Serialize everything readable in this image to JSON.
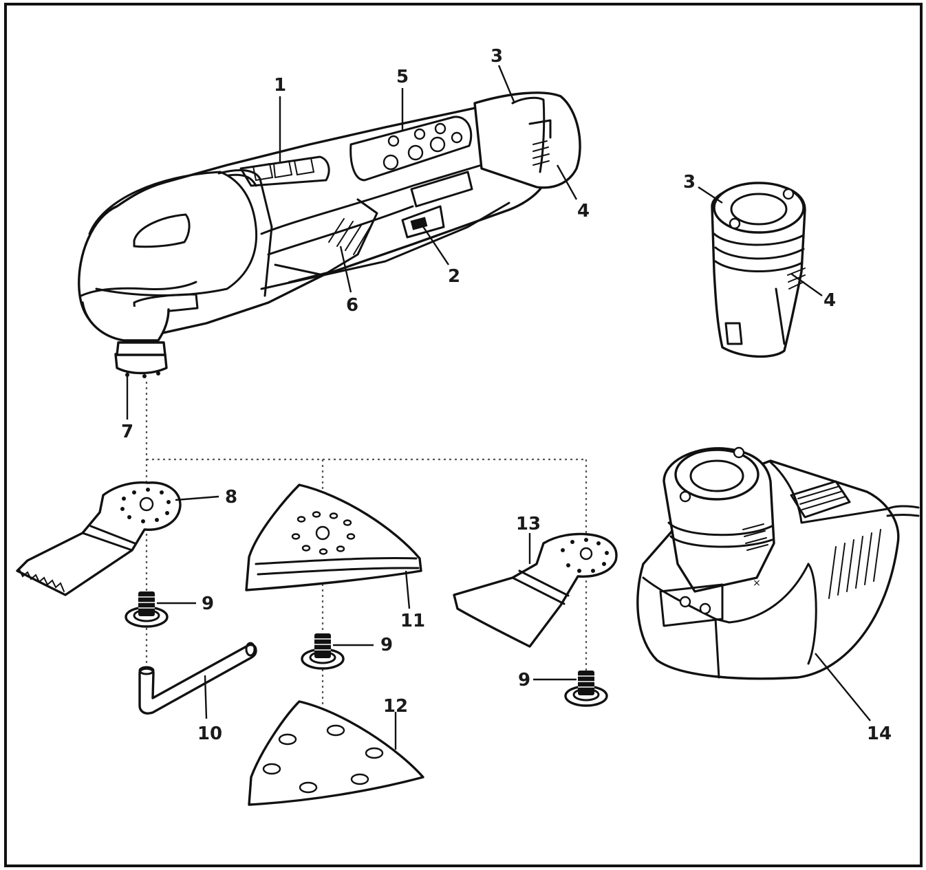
{
  "diagram": {
    "callouts": [
      {
        "id": "1",
        "text": "1"
      },
      {
        "id": "2",
        "text": "2"
      },
      {
        "id": "3a",
        "text": "3"
      },
      {
        "id": "3b",
        "text": "3"
      },
      {
        "id": "4a",
        "text": "4"
      },
      {
        "id": "4b",
        "text": "4"
      },
      {
        "id": "5",
        "text": "5"
      },
      {
        "id": "6",
        "text": "6"
      },
      {
        "id": "7",
        "text": "7"
      },
      {
        "id": "8",
        "text": "8"
      },
      {
        "id": "9a",
        "text": "9"
      },
      {
        "id": "9b",
        "text": "9"
      },
      {
        "id": "9c",
        "text": "9"
      },
      {
        "id": "10",
        "text": "10"
      },
      {
        "id": "11",
        "text": "11"
      },
      {
        "id": "12",
        "text": "12"
      },
      {
        "id": "13",
        "text": "13"
      },
      {
        "id": "14",
        "text": "14"
      }
    ],
    "border_color": "#111111",
    "line_color": "#111111"
  }
}
